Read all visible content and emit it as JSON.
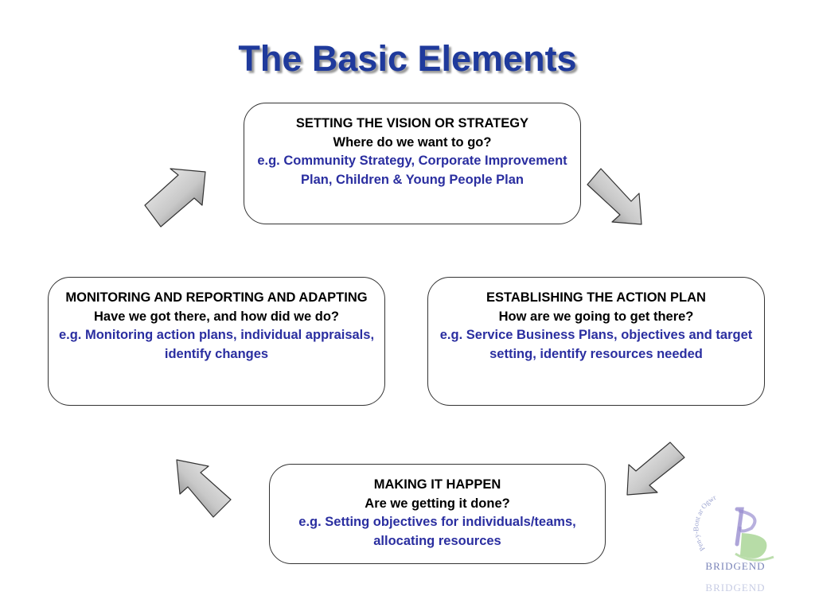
{
  "slide": {
    "title": "The Basic Elements"
  },
  "boxes": {
    "vision": {
      "heading": "SETTING THE VISION OR STRATEGY",
      "question": "Where do we want to go?",
      "example": "e.g. Community Strategy, Corporate Improvement Plan, Children & Young People Plan"
    },
    "action": {
      "heading": "ESTABLISHING THE ACTION PLAN",
      "question": "How are we going to get there?",
      "example": "e.g. Service Business Plans, objectives and target setting, identify resources needed"
    },
    "happen": {
      "heading": "MAKING IT HAPPEN",
      "question": "Are we getting it done?",
      "example": "e.g. Setting objectives for individuals/teams, allocating resources"
    },
    "monitor": {
      "heading": "MONITORING AND REPORTING AND ADAPTING",
      "question": "Have we got there, and how did we do?",
      "example": "e.g. Monitoring action plans, individual appraisals, identify changes"
    }
  },
  "logo": {
    "ring_text": "Pen-y-Bont ar Ogwr",
    "name": "BRIDGEND",
    "reflection": "BRIDGEND"
  },
  "colors": {
    "title": "#1f3a9c",
    "example_text": "#2a2ea0",
    "box_border": "#333333",
    "arrow_light": "#f4f4f4",
    "arrow_dark": "#6e6e6e",
    "logo_purple": "#9a8fd0",
    "logo_green": "#9fd08a"
  }
}
